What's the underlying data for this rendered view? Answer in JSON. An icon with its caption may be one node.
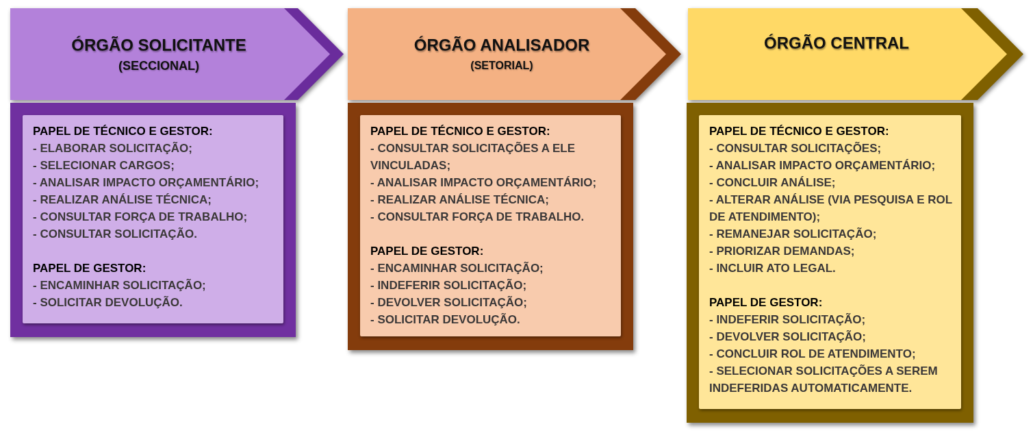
{
  "diagram": {
    "nodes": [
      {
        "text": [
          "ÓRGÃO SOLICITANTE",
          "(SECCIONAL)"
        ]
      },
      {
        "text": [
          "ÓRGÃO ANALISADOR",
          "(SETORIAL)"
        ]
      },
      {
        "text": [
          "ÓRGÃO CENTRAL"
        ]
      },
      {
        "text": [],
        "shape": "box"
      },
      {
        "text": [
          "PAPEL DE TÉCNICO E GESTOR:",
          "- ELABORAR SOLICITAÇÃO;",
          "- SELECIONAR CARGOS;",
          "- ANALISAR IMPACTO ORÇAMENTÁRIO;",
          "- REALIZAR ANÁLISE TÉCNICA;",
          "- CONSULTAR FORÇA DE TRABALHO;",
          "- CONSULTAR SOLICITAÇÃO.",
          "PAPEL DE GESTOR:",
          "- ENCAMINHAR SOLICITAÇÃO;",
          "- SOLICITAR DEVOLUÇÃO."
        ],
        "in": 3
      },
      {
        "text": [],
        "shape": "box"
      },
      {
        "text": [
          "PAPEL DE TÉCNICO E GESTOR:",
          "- CONSULTAR SOLICITAÇÕES A ELE VINCULADAS;",
          "- ANALISAR IMPACTO ORÇAMENTÁRIO;",
          "- REALIZAR ANÁLISE TÉCNICA;",
          "- CONSULTAR FORÇA DE TRABALHO.",
          "PAPEL DE GESTOR:",
          "- ENCAMINHAR SOLICITAÇÃO;",
          "- INDEFERIR SOLICITAÇÃO;",
          "- DEVOLVER SOLICITAÇÃO;",
          "- SOLICITAR DEVOLUÇÃO."
        ],
        "in": 5
      },
      {
        "text": [],
        "shape": "box"
      },
      {
        "text": [
          "PAPEL DE TÉCNICO E GESTOR:",
          "- CONSULTAR SOLICITAÇÕES;",
          "- ANALISAR IMPACTO ORÇAMENTÁRIO;",
          "- CONCLUIR ANÁLISE;",
          "- ALTERAR ANÁLISE (VIA PESQUISA E ROL DE ATENDIMENTO);",
          "- REMANEJAR SOLICITAÇÃO;",
          "- PRIORIZAR DEMANDAS;",
          "- INCLUIR ATO LEGAL.",
          "PAPEL DE GESTOR:",
          "- INDEFERIR SOLICITAÇÃO;",
          "- DEVOLVER SOLICITAÇÃO;",
          "- CONCLUIR ROL DE ATENDIMENTO;",
          "- SELECIONAR SOLICITAÇÕES A SEREM INDEFERIDAS AUTOMATICAMENTE."
        ],
        "in": 7
      }
    ]
  }
}
